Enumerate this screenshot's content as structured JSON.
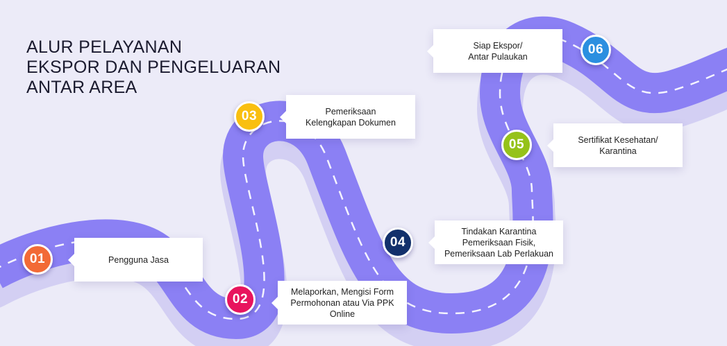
{
  "title": {
    "line1": "ALUR PELAYANAN",
    "line2": "EKSPOR DAN PENGELUARAN",
    "line3": "ANTAR AREA"
  },
  "colors": {
    "background": "#ecebf8",
    "road": "#8b80f4",
    "road_shadow": "#d3cff3",
    "dash": "#ffffff"
  },
  "steps": [
    {
      "number": "01",
      "label": "Pengguna Jasa",
      "color": "#f26a36"
    },
    {
      "number": "02",
      "label": "Melaporkan, Mengisi Form\nPermohonan atau Via PPK\nOnline",
      "color": "#e8145d"
    },
    {
      "number": "03",
      "label": "Pemeriksaan\nKelengkapan Dokumen",
      "color": "#f9bf10"
    },
    {
      "number": "04",
      "label": "Tindakan Karantina\nPemeriksaan Fisik,\nPemeriksaan Lab Perlakuan",
      "color": "#12306b"
    },
    {
      "number": "05",
      "label": "Sertifikat Kesehatan/\nKarantina",
      "color": "#95c219"
    },
    {
      "number": "06",
      "label": "Siap Ekspor/\nAntar Pulaukan",
      "color": "#2b8fe0"
    }
  ]
}
